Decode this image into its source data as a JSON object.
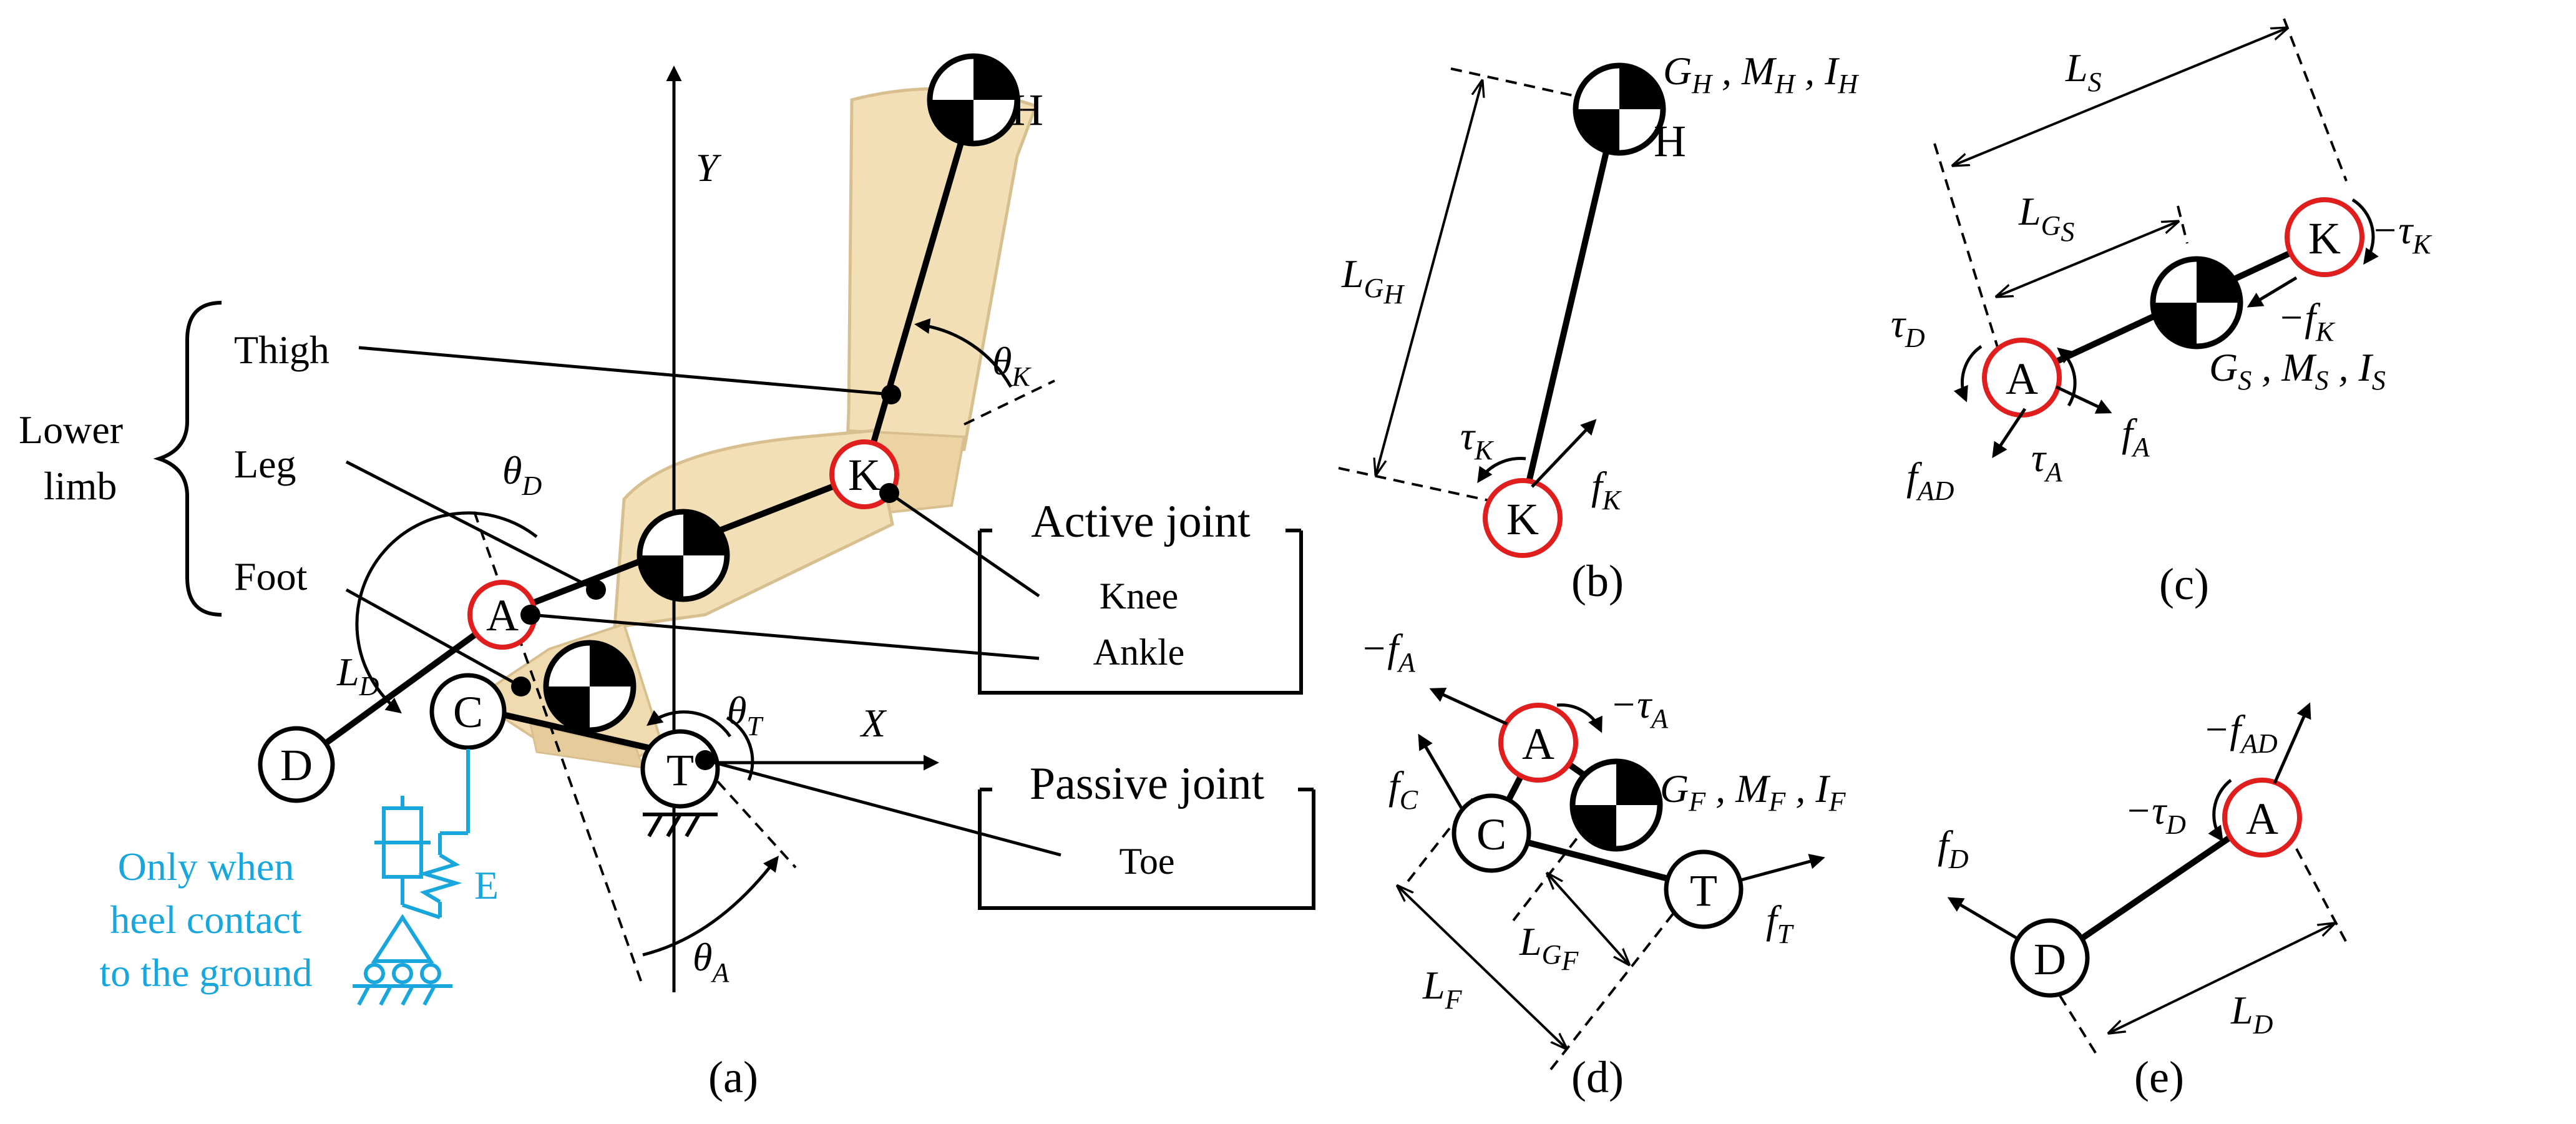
{
  "colors": {
    "accent_red": "#e01e1e",
    "note_blue": "#18a6dc",
    "limb_fill": "#f3dfb6",
    "limb_stroke": "#d8bf90"
  },
  "labels": {
    "lower_limb_line1": "Lower",
    "lower_limb_line2": "limb",
    "thigh": "Thigh",
    "leg": "Leg",
    "foot": "Foot",
    "active_joint": "Active joint",
    "knee": "Knee",
    "ankle": "Ankle",
    "passive_joint": "Passive joint",
    "toe": "Toe",
    "only_when_1": "Only when",
    "only_when_2": "heel contact",
    "only_when_3": "to the ground",
    "spring_E": "E",
    "axis_X": "X",
    "axis_Y": "Y"
  },
  "nodes": {
    "H": "H",
    "K": "K",
    "A": "A",
    "C": "C",
    "D": "D",
    "T": "T"
  },
  "captions": {
    "a": "(a)",
    "b": "(b)",
    "c": "(c)",
    "d": "(d)",
    "e": "(e)"
  },
  "symbols": {
    "theta": "θ",
    "tau": "τ",
    "f": "f",
    "L": "L",
    "G": "G",
    "M": "M",
    "I": "I",
    "minus": "−",
    "comma": ","
  },
  "subscripts": {
    "K": "K",
    "D": "D",
    "T": "T",
    "A": "A",
    "H": "H",
    "S": "S",
    "F": "F",
    "C": "C",
    "AD": "AD",
    "GH": "G",
    "GS": "G",
    "GF": "G"
  },
  "icons": [
    "center-of-mass-icon",
    "ground-hatch-icon",
    "damper-icon",
    "spring-icon",
    "roller-support-icon"
  ]
}
